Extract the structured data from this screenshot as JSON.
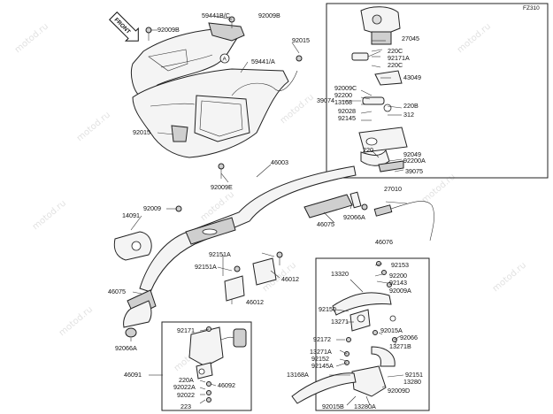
{
  "diagram": {
    "figure_code": "FZ310",
    "front_label": "FRONT",
    "ref_marker": "A",
    "watermark": "motod.ru",
    "labels": [
      "59441B/C",
      "92009B",
      "92009B",
      "92015",
      "59441/A",
      "92015",
      "92009E",
      "46003",
      "92009",
      "14091",
      "92066A",
      "46075",
      "92151A",
      "92151A",
      "46012",
      "46012",
      "46075",
      "92066A",
      "27010",
      "27045",
      "220C",
      "92171A",
      "220C",
      "43049",
      "92009C",
      "92200",
      "13168",
      "92028",
      "92145",
      "220B",
      "312",
      "39074",
      "220",
      "92049",
      "92200A",
      "39075",
      "46076",
      "92153",
      "13320",
      "92200",
      "92143",
      "92009A",
      "92150",
      "92066",
      "92172",
      "13271",
      "92015A",
      "13271A",
      "13271B",
      "92152",
      "92145A",
      "13168A",
      "92151",
      "13280",
      "92015B",
      "13280A",
      "92009D",
      "92171",
      "46091",
      "220A",
      "92022A",
      "92022",
      "46092",
      "223"
    ]
  }
}
